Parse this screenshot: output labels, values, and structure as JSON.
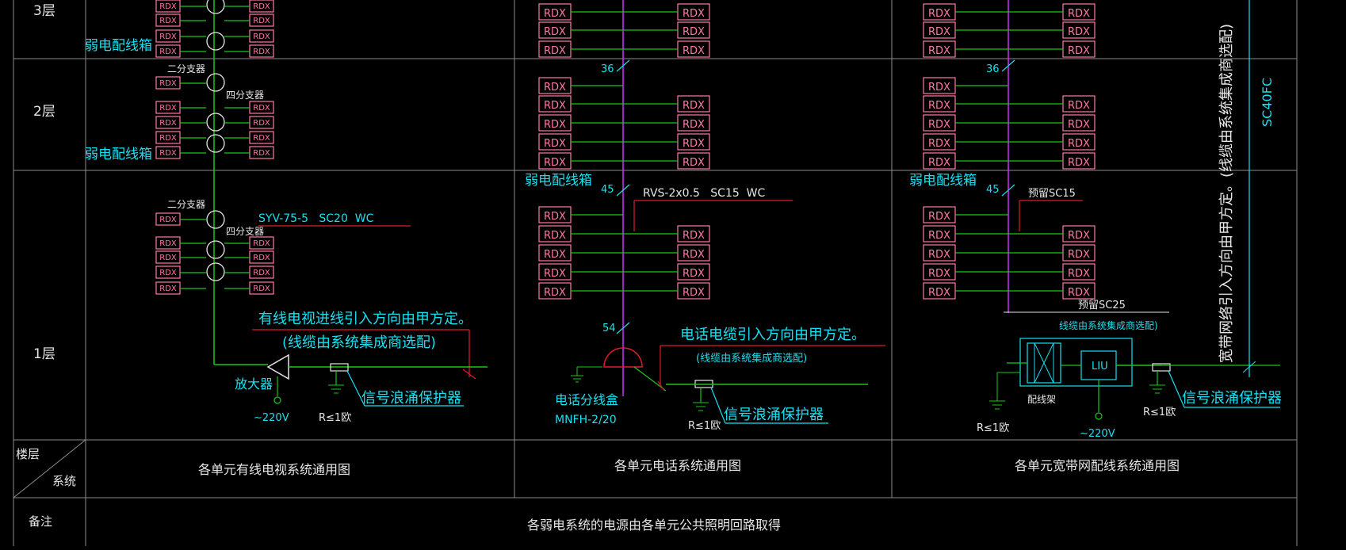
{
  "colors": {
    "background": "#000000",
    "grid": "#8c8c8c",
    "white_text": "#e6e6e6",
    "cyan": "#19e0f0",
    "green": "#18c818",
    "magenta": "#d030ff",
    "red": "#e01c28",
    "pink_box": "#ff7aa6",
    "lime": "#00ff66"
  },
  "floors": {
    "f3": "3层",
    "f2": "2层",
    "f1": "1层"
  },
  "table": {
    "header_floor": "楼层",
    "header_system": "系统",
    "remark_label": "备注",
    "remark_text": "各弱电系统的电源由各单元公共照明回路取得",
    "titles": [
      "各单元有线电视系统通用图",
      "各单元电话系统通用图",
      "各单元宽带网配线系统通用图"
    ]
  },
  "common": {
    "rdx": "RDX",
    "box": "弱电配线箱",
    "surge": "信号浪涌保护器",
    "ground_r": "R≤1欧",
    "v220": "~220V"
  },
  "tv": {
    "splitter2": "二分支器",
    "splitter4": "四分支器",
    "cable": "SYV-75-5   SC20  WC",
    "entry_1": "有线电视进线引入方向由甲方定。",
    "entry_2": "(线缆由系统集成商选配)",
    "amp": "放大器"
  },
  "phone": {
    "n36": "36",
    "n45": "45",
    "n54": "54",
    "cable": "RVS-2x0.5   SC15  WC",
    "entry_1": "电话电缆引入方向由甲方定。",
    "entry_2": "(线缆由系统集成商选配)",
    "box_name": "电话分线盒",
    "box_model": "MNFH-2/20"
  },
  "net": {
    "n36": "36",
    "n45": "45",
    "cable_sc15": "预留SC15",
    "cable_sc25": "预留SC25",
    "note": "线缆由系统集成商选配)",
    "liu": "LIU",
    "rack": "配线架",
    "vertical": "宽带网络引入方向由甲方定。(线缆由系统集成商选配)",
    "sc40": "SC40FC"
  }
}
